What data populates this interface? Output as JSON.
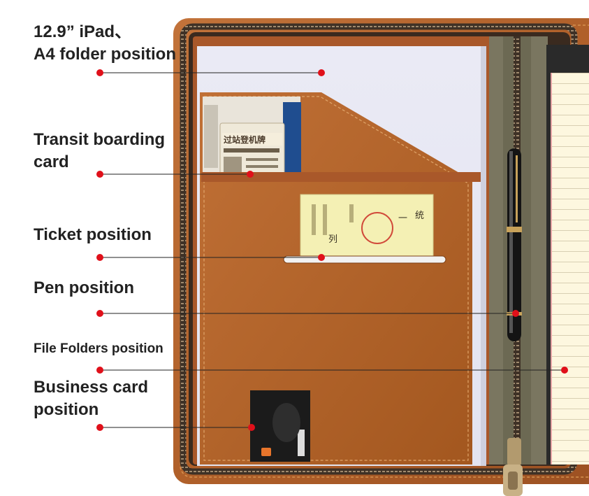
{
  "callouts": [
    {
      "id": "a4",
      "lines": [
        "12.9” iPad、",
        "A4 folder position"
      ]
    },
    {
      "id": "boarding",
      "lines": [
        "Transit boarding",
        "card"
      ]
    },
    {
      "id": "ticket",
      "lines": [
        "Ticket position"
      ]
    },
    {
      "id": "pen",
      "lines": [
        "Pen position"
      ]
    },
    {
      "id": "folders",
      "lines": [
        "File Folders position"
      ]
    },
    {
      "id": "bizcard",
      "lines": [
        "Business card",
        "position"
      ]
    }
  ],
  "colors": {
    "leather": "#b3622b",
    "leather_dark": "#8a4519",
    "leather_light": "#c87a3c",
    "zipper": "#5b4a3a",
    "paper": "#e8e9f4",
    "accent_red": "#e0101a",
    "gusset": "#7d7a62"
  },
  "photo_text": {
    "boarding_title": "过站登机牌",
    "ticket_col_1": "统",
    "ticket_col_2": "一",
    "ticket_col_3": "列"
  }
}
